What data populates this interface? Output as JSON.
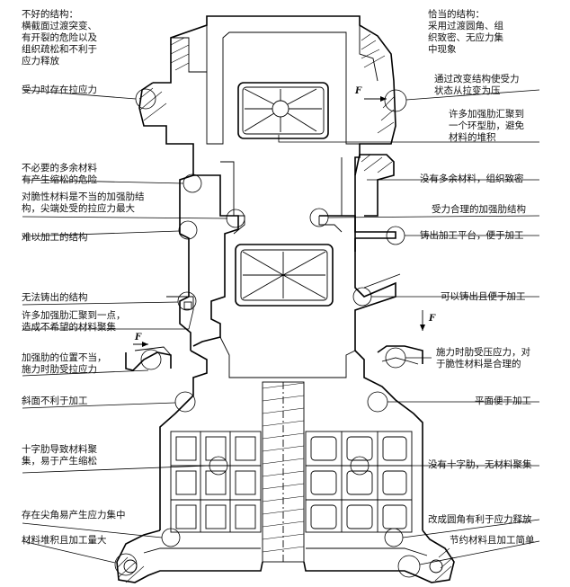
{
  "left_labels": [
    {
      "id": "l1",
      "lines": [
        "不好的结构：",
        "横截面过渡突变、",
        "有开裂的危险以及",
        "组织疏松和不利于",
        "应力释放"
      ]
    },
    {
      "id": "l2",
      "lines": [
        "受力时存在拉应力"
      ]
    },
    {
      "id": "l3",
      "lines": [
        "不必要的多余材料",
        "有产生缩松的危险"
      ]
    },
    {
      "id": "l4",
      "lines": [
        "对脆性材料是不当的加强肋结",
        "构，尖端处受的拉应力最大"
      ]
    },
    {
      "id": "l5",
      "lines": [
        "难以加工的结构"
      ]
    },
    {
      "id": "l6",
      "lines": [
        "无法铸出的结构"
      ]
    },
    {
      "id": "l7",
      "lines": [
        "许多加强肋汇聚到一点，",
        "造成不希望的材料聚集"
      ]
    },
    {
      "id": "l8",
      "lines": [
        "加强肋的位置不当，",
        "施力时肋受拉应力"
      ]
    },
    {
      "id": "l9",
      "lines": [
        "斜面不利于加工"
      ]
    },
    {
      "id": "l10",
      "lines": [
        "十字肋导致材料聚",
        "集，易于产生缩松"
      ]
    },
    {
      "id": "l11",
      "lines": [
        "存在尖角易产生应力集中"
      ]
    },
    {
      "id": "l12",
      "lines": [
        "材料堆积且加工量大"
      ]
    }
  ],
  "right_labels": [
    {
      "id": "r1",
      "lines": [
        "恰当的结构：",
        "采用过渡圆角、组",
        "织致密、无应力集",
        "中现象"
      ]
    },
    {
      "id": "r2",
      "lines": [
        "通过改变结构使受力",
        "状态从拉变为压"
      ]
    },
    {
      "id": "r3",
      "lines": [
        "许多加强肋汇聚到",
        "一个环型肋，避免",
        "材料的堆积"
      ]
    },
    {
      "id": "r4",
      "lines": [
        "没有多余材料，组织致密"
      ]
    },
    {
      "id": "r5",
      "lines": [
        "受力合理的加强肋结构"
      ]
    },
    {
      "id": "r6",
      "lines": [
        "铸出加工平台，便于加工"
      ]
    },
    {
      "id": "r7",
      "lines": [
        "可以铸出且便于加工"
      ]
    },
    {
      "id": "r8",
      "lines": [
        "施力时肋受压应力，对",
        "于脆性材料是合理的"
      ]
    },
    {
      "id": "r9",
      "lines": [
        "平面便于加工"
      ]
    },
    {
      "id": "r10",
      "lines": [
        "没有十字肋，无材料聚集"
      ]
    },
    {
      "id": "r11",
      "lines": [
        "改成圆角有利于应力释放"
      ]
    },
    {
      "id": "r12",
      "lines": [
        "节约材料且加工简单"
      ]
    }
  ],
  "force_symbols": [
    "F",
    "F",
    "F"
  ]
}
